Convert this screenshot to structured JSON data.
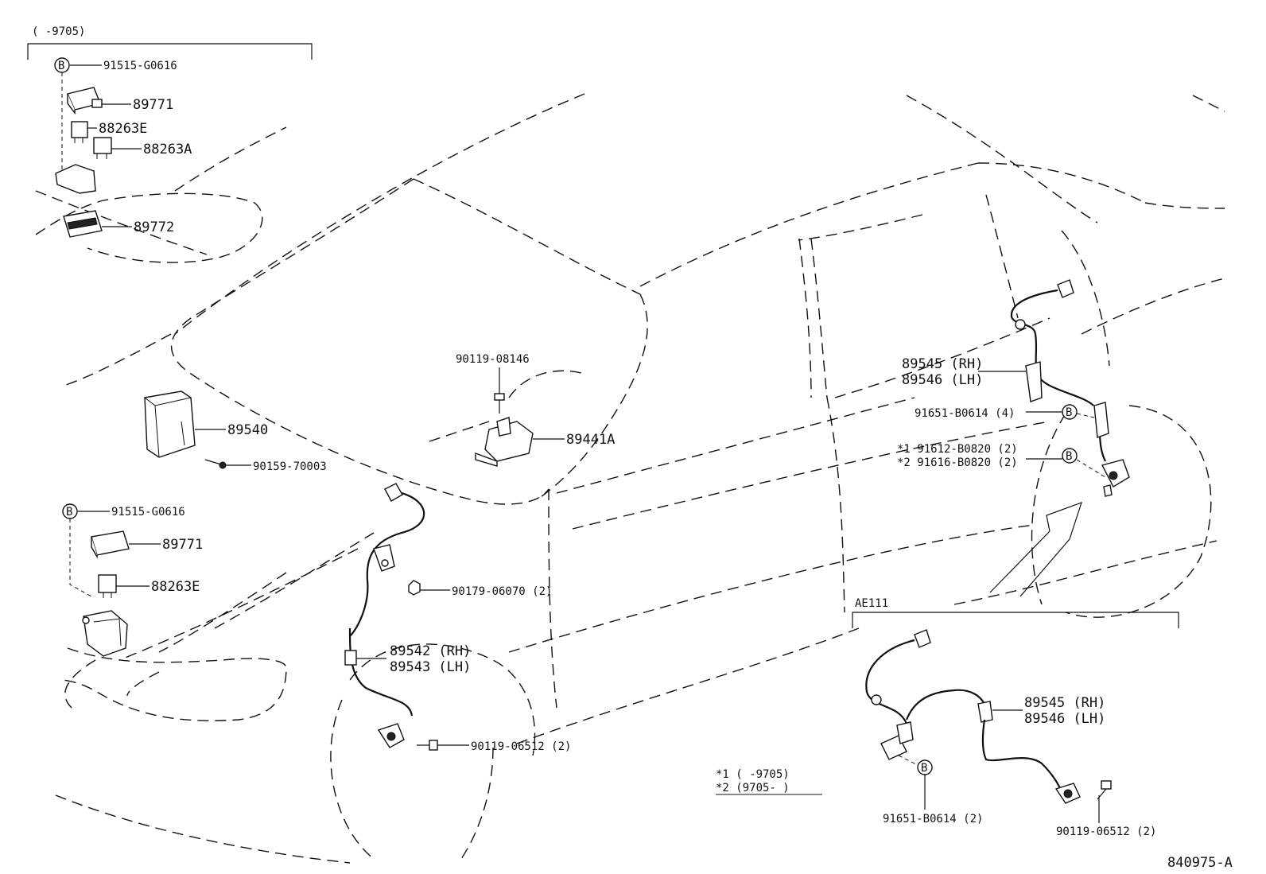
{
  "labels": {
    "range_top": "(     -9705)",
    "p91515_top": "91515-G0616",
    "p89771_top": "89771",
    "p88263E_top": "88263E",
    "p88263A": "88263A",
    "p89772": "89772",
    "p89540": "89540",
    "p90159": "90159-70003",
    "p91515_mid": "91515-G0616",
    "p89771_mid": "89771",
    "p88263E_mid": "88263E",
    "p90119_08146": "90119-08146",
    "p89441A": "89441A",
    "p90179": "90179-06070 (2)",
    "p89542": "89542 (RH)",
    "p89543": "89543 (LH)",
    "p90119_06512_front": "90119-06512 (2)",
    "p89545_rear": "89545 (RH)",
    "p89546_rear": "89546 (LH)",
    "p91651_rear": "91651-B0614 (4)",
    "p91612": "*1 91612-B0820 (2)",
    "p91616": "*2 91616-B0820 (2)",
    "ae111": "AE111",
    "p89545_ae": "89545 (RH)",
    "p89546_ae": "89546 (LH)",
    "p91651_ae": "91651-B0614 (2)",
    "p90119_06512_ae": "90119-06512 (2)",
    "note1": "*1 (     -9705)",
    "note2": "*2 (9705-     )",
    "diagram_id": "840975-A",
    "marker_b": "B"
  }
}
